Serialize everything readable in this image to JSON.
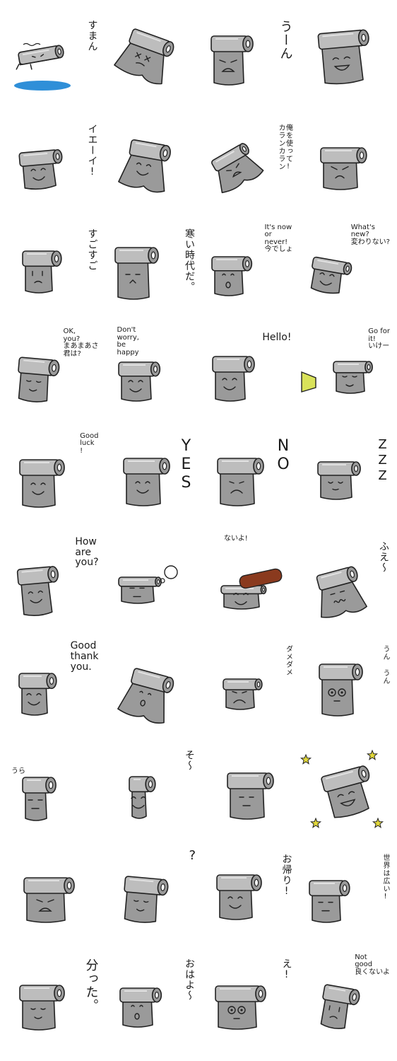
{
  "colors": {
    "paper": "#9a9a9a",
    "paper_light": "#bdbdbd",
    "outline": "#222222",
    "puddle": "#2f8fd8",
    "star": "#e3d93a",
    "megaphone": "#d9e25a",
    "log": "#8a3a1e"
  },
  "stickers": [
    {
      "caption": "すまん",
      "icon": "roll-dripping-icon",
      "dir": "v",
      "size": "m",
      "pos": "p-r"
    },
    {
      "caption": "",
      "icon": "roll-dizzy-icon",
      "dir": "h",
      "size": "m",
      "pos": "p-r"
    },
    {
      "caption": "うーん",
      "icon": "roll-grimace-icon",
      "dir": "v",
      "size": "l",
      "pos": "p-r"
    },
    {
      "caption": "",
      "icon": "roll-grin-icon",
      "dir": "h",
      "size": "m",
      "pos": "p-r"
    },
    {
      "caption": "イエーイ!",
      "icon": "roll-thumbsup-icon",
      "dir": "v",
      "size": "m",
      "pos": "p-r"
    },
    {
      "caption": "",
      "icon": "roll-dancing-icon",
      "dir": "h",
      "size": "m",
      "pos": "p-r"
    },
    {
      "caption": "俺を使って!\nカランカラン",
      "icon": "roll-crying-icon",
      "dir": "v",
      "size": "s",
      "pos": "p-r"
    },
    {
      "caption": "",
      "icon": "roll-angry-icon",
      "dir": "h",
      "size": "m",
      "pos": "p-r"
    },
    {
      "caption": "すごすご",
      "icon": "roll-sad-icon",
      "dir": "v",
      "size": "m",
      "pos": "p-r"
    },
    {
      "caption": "寒い時代だ。",
      "icon": "roll-cold-icon",
      "dir": "v",
      "size": "m",
      "pos": "p-r"
    },
    {
      "caption": "It's now\nor\nnever!\n今でしょ",
      "icon": "roll-open-mouth-icon",
      "dir": "h",
      "size": "s",
      "pos": "p-tr"
    },
    {
      "caption": "What's\nnew?\n変わりない?",
      "icon": "roll-tilted-icon",
      "dir": "h",
      "size": "s",
      "pos": "p-tr"
    },
    {
      "caption": "OK,\nyou?\nまあまあさ\n君は?",
      "icon": "roll-calm-icon",
      "dir": "h",
      "size": "s",
      "pos": "p-tr"
    },
    {
      "caption": "Don't\nworry,\nbe\nhappy",
      "icon": "roll-smile-icon",
      "dir": "h",
      "size": "s",
      "pos": "p-tl"
    },
    {
      "caption": "Hello!",
      "icon": "roll-hello-icon",
      "dir": "h",
      "size": "m",
      "pos": "p-r"
    },
    {
      "caption": "Go for\nit!\nいけー",
      "icon": "roll-megaphone-icon",
      "dir": "h",
      "size": "s",
      "pos": "p-tr"
    },
    {
      "caption": "Good\nluck\n!",
      "icon": "roll-goodluck-icon",
      "dir": "h",
      "size": "s",
      "pos": "p-tr"
    },
    {
      "caption": "YES",
      "icon": "roll-yes-icon",
      "dir": "v",
      "size": "xl",
      "pos": "p-r"
    },
    {
      "caption": "NO",
      "icon": "roll-no-icon",
      "dir": "v",
      "size": "xl",
      "pos": "p-r"
    },
    {
      "caption": "ZZZ",
      "icon": "roll-sleeping-icon",
      "dir": "v",
      "size": "l",
      "pos": "p-r"
    },
    {
      "caption": "How\nare\nyou?",
      "icon": "roll-howareyou-icon",
      "dir": "h",
      "size": "m",
      "pos": "p-tr"
    },
    {
      "caption": "",
      "icon": "roll-thinking-icon",
      "dir": "h",
      "size": "m",
      "pos": "p-r"
    },
    {
      "caption": "ないよ!",
      "icon": "roll-log-icon",
      "dir": "h",
      "size": "s",
      "pos": "p-c"
    },
    {
      "caption": "ふえ〜",
      "icon": "roll-wavy-icon",
      "dir": "v",
      "size": "m",
      "pos": "p-r"
    },
    {
      "caption": "Good\nthank\nyou.",
      "icon": "roll-goodthanks-icon",
      "dir": "h",
      "size": "m",
      "pos": "p-tr"
    },
    {
      "caption": "",
      "icon": "roll-pulled-icon",
      "dir": "h",
      "size": "m",
      "pos": "p-r"
    },
    {
      "caption": "ダメダメ",
      "icon": "roll-dame-icon",
      "dir": "v",
      "size": "s",
      "pos": "p-r"
    },
    {
      "caption": "うん うん",
      "icon": "roll-suit-icon",
      "dir": "v",
      "size": "s",
      "pos": "p-r"
    },
    {
      "caption": "うら",
      "icon": "roll-shun-icon",
      "dir": "h",
      "size": "s",
      "pos": "p-lt"
    },
    {
      "caption": "そ〜",
      "icon": "roll-peek-icon",
      "dir": "v",
      "size": "m",
      "pos": "p-r"
    },
    {
      "caption": "",
      "icon": "roll-confused-icon",
      "dir": "h",
      "size": "m",
      "pos": "p-r"
    },
    {
      "caption": "",
      "icon": "roll-stars-icon",
      "dir": "h",
      "size": "m",
      "pos": "p-r"
    },
    {
      "caption": "",
      "icon": "roll-frowning-icon",
      "dir": "h",
      "size": "m",
      "pos": "p-r"
    },
    {
      "caption": "?",
      "icon": "roll-question-icon",
      "dir": "h",
      "size": "l",
      "pos": "p-tr"
    },
    {
      "caption": "お帰り!",
      "icon": "roll-welcome-icon",
      "dir": "v",
      "size": "m",
      "pos": "p-r"
    },
    {
      "caption": "世界は広い!",
      "icon": "roll-world-icon",
      "dir": "v",
      "size": "s",
      "pos": "p-r"
    },
    {
      "caption": "分った。",
      "icon": "roll-understood-icon",
      "dir": "v",
      "size": "l",
      "pos": "p-r"
    },
    {
      "caption": "おはよ〜",
      "icon": "roll-morning-icon",
      "dir": "v",
      "size": "m",
      "pos": "p-r"
    },
    {
      "caption": "え!",
      "icon": "roll-surprised-icon",
      "dir": "v",
      "size": "m",
      "pos": "p-r"
    },
    {
      "caption": "Not\ngood\n良くないよ",
      "icon": "roll-notgood-icon",
      "dir": "h",
      "size": "s",
      "pos": "p-tr"
    }
  ]
}
